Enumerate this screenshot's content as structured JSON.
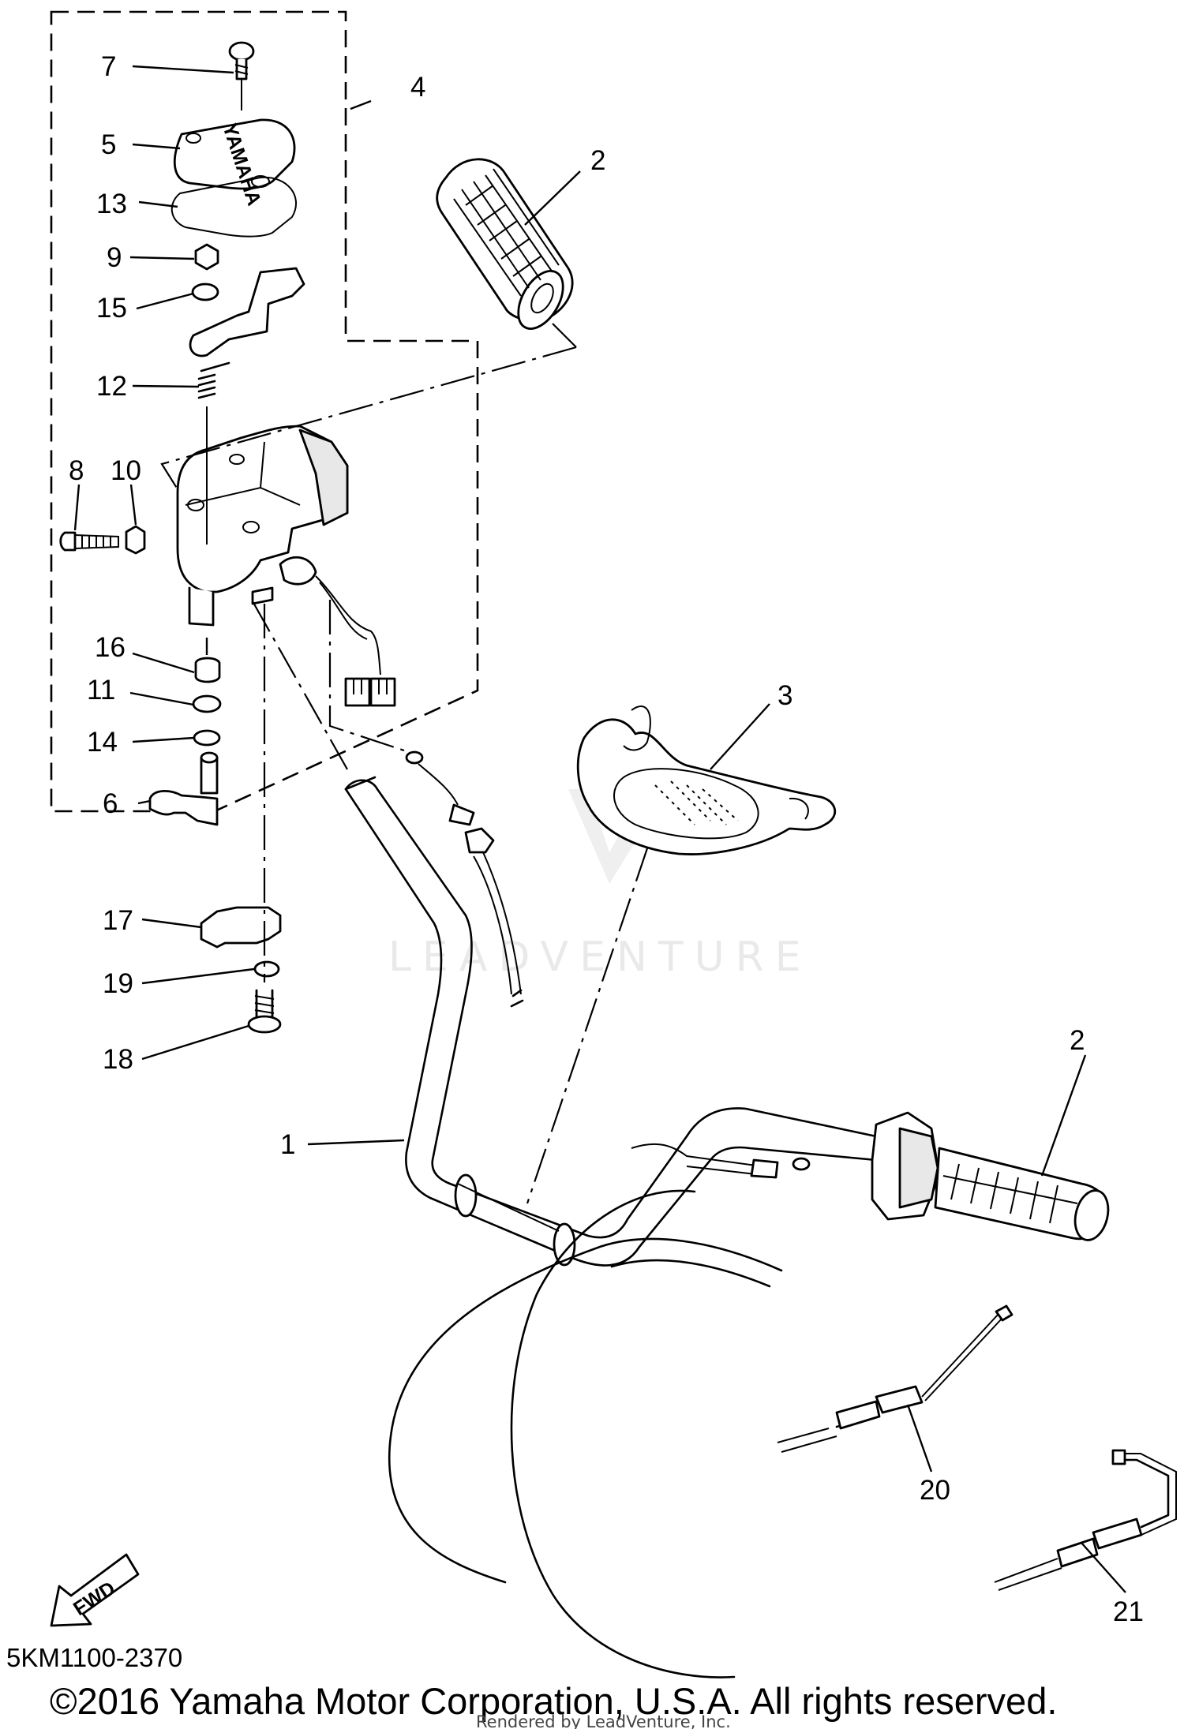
{
  "diagram": {
    "part_code": "5KM1100-2370",
    "copyright": "©2016 Yamaha Motor Corporation, U.S.A. All rights reserved.",
    "rendered_by": "Rendered by LeadVenture, Inc.",
    "watermark": "LEADVENTURE",
    "direction_arrow": "FWD",
    "cover_brand": "YAMAHA",
    "callouts": {
      "c1": "1",
      "c2a": "2",
      "c2b": "2",
      "c3": "3",
      "c4": "4",
      "c5": "5",
      "c6": "6",
      "c7": "7",
      "c8": "8",
      "c9": "9",
      "c10": "10",
      "c11": "11",
      "c12": "12",
      "c13": "13",
      "c14": "14",
      "c15": "15",
      "c16": "16",
      "c17": "17",
      "c18": "18",
      "c19": "19",
      "c20": "20",
      "c21": "21"
    }
  }
}
